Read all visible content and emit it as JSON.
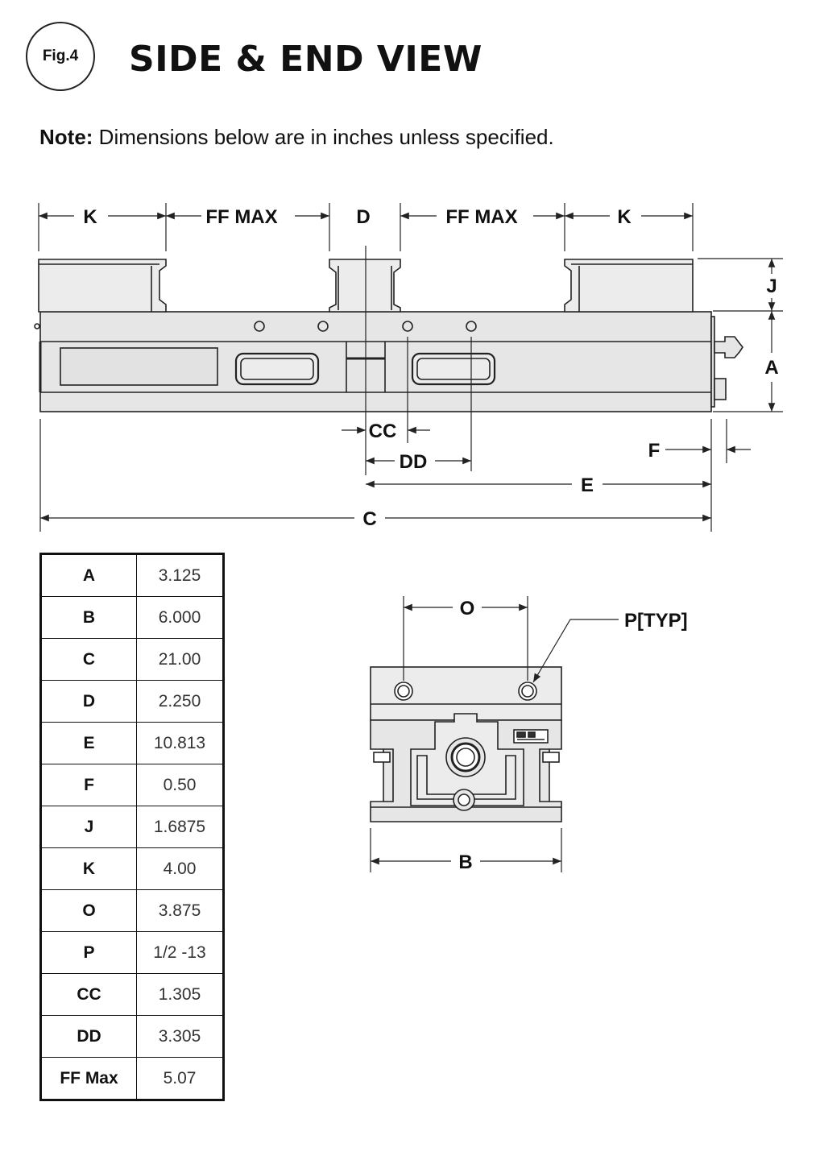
{
  "figure": {
    "label": "Fig.4",
    "title": "SIDE & END VIEW"
  },
  "note": {
    "bold": "Note:",
    "text": " Dimensions below are in inches unless specified."
  },
  "side_view_labels": {
    "k_left": "K",
    "ff_max_left": "FF MAX",
    "d": "D",
    "ff_max_right": "FF MAX",
    "k_right": "K",
    "j": "J",
    "a": "A",
    "cc": "CC",
    "dd": "DD",
    "f": "F",
    "e": "E",
    "c": "C"
  },
  "end_view_labels": {
    "o": "O",
    "p": "P[TYP]",
    "b": "B"
  },
  "dimensions": [
    {
      "label": "A",
      "value": "3.125"
    },
    {
      "label": "B",
      "value": "6.000"
    },
    {
      "label": "C",
      "value": "21.00"
    },
    {
      "label": "D",
      "value": "2.250"
    },
    {
      "label": "E",
      "value": "10.813"
    },
    {
      "label": "F",
      "value": "0.50"
    },
    {
      "label": "J",
      "value": "1.6875"
    },
    {
      "label": "K",
      "value": "4.00"
    },
    {
      "label": "O",
      "value": "3.875"
    },
    {
      "label": "P",
      "value": "1/2 -13"
    },
    {
      "label": "CC",
      "value": "1.305"
    },
    {
      "label": "DD",
      "value": "3.305"
    },
    {
      "label": "FF Max",
      "value": "5.07"
    }
  ],
  "colors": {
    "line": "#222222",
    "body_fill": "#e6e6e6",
    "jaw_fill": "#ececec"
  }
}
